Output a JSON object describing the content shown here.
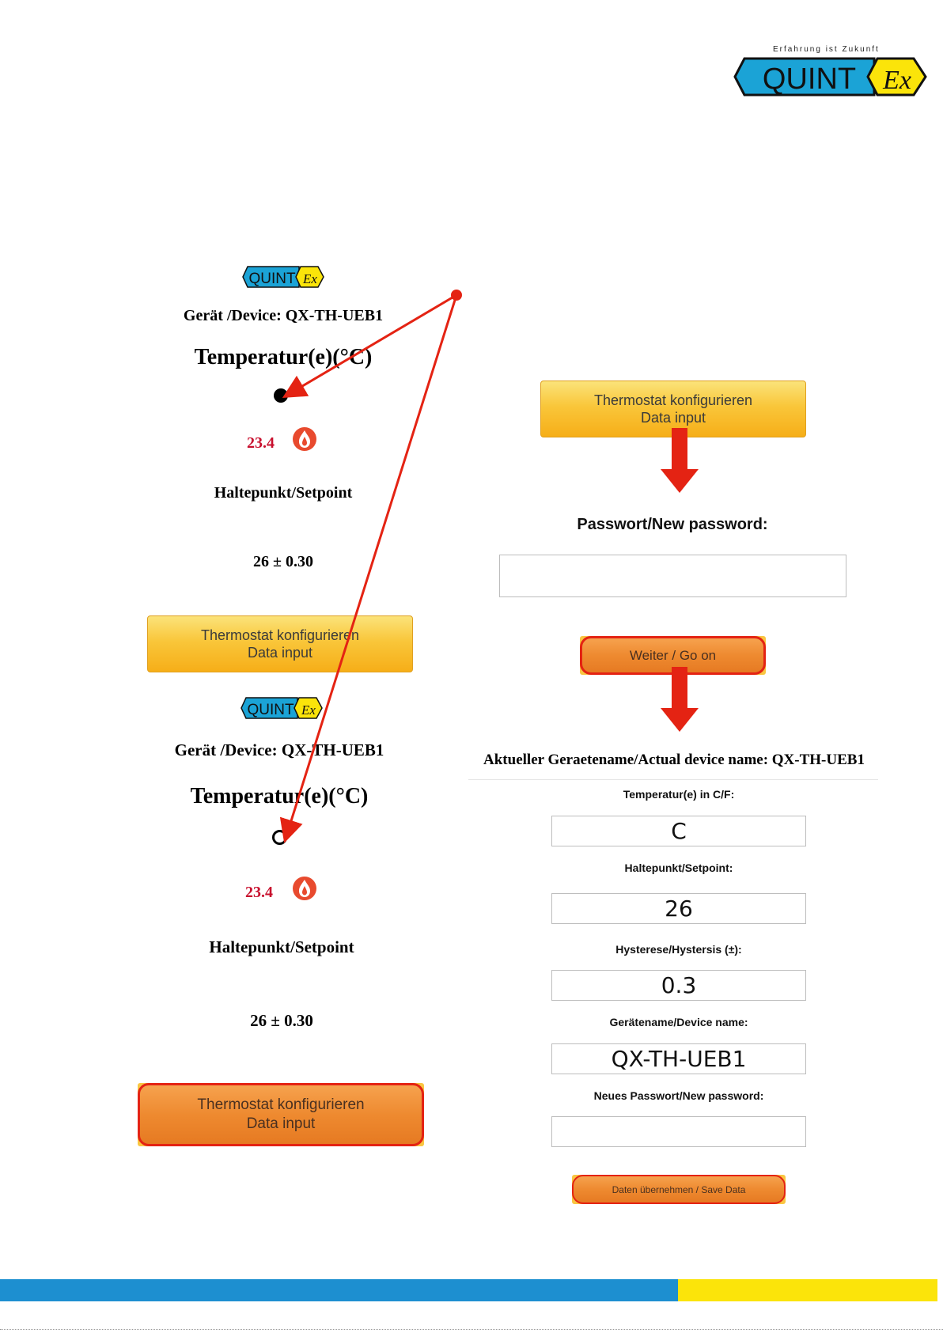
{
  "header": {
    "logo_tagline": "Erfahrung ist Zukunft",
    "logo_text": "QUINT",
    "logo_mark": "Ex"
  },
  "screen1": {
    "logo_text": "QUINT",
    "logo_mark": "Ex",
    "device_line": "Gerät /Device: QX-TH-UEB1",
    "temp_heading": "Temperatur(e)(°C)",
    "status_dot": "filled",
    "temperature_value": "23.4",
    "setpoint_heading": "Haltepunkt/Setpoint",
    "setpoint_value": "26 ± 0.30",
    "button_line1": "Thermostat konfigurieren",
    "button_line2": "Data input"
  },
  "screen2": {
    "logo_text": "QUINT",
    "logo_mark": "Ex",
    "device_line": "Gerät /Device: QX-TH-UEB1",
    "temp_heading": "Temperatur(e)(°C)",
    "status_dot": "hollow",
    "temperature_value": "23.4",
    "setpoint_heading": "Haltepunkt/Setpoint",
    "setpoint_value": "26 ± 0.30",
    "button_line1": "Thermostat konfigurieren",
    "button_line2": "Data input"
  },
  "login": {
    "button_line1": "Thermostat konfigurieren",
    "button_line2": "Data input",
    "password_label": "Passwort/New password:",
    "password_value": "",
    "go_on_button": "Weiter / Go on"
  },
  "config": {
    "title": "Aktueller Geraetename/Actual device name: QX-TH-UEB1",
    "fields": [
      {
        "label": "Temperatur(e) in C/F:",
        "value": "C"
      },
      {
        "label": "Haltepunkt/Setpoint:",
        "value": "26"
      },
      {
        "label": "Hysterese/Hystersis (±):",
        "value": "0.3"
      },
      {
        "label": "Gerätename/Device name:",
        "value": "QX-TH-UEB1"
      },
      {
        "label": "Neues Passwort/New password:",
        "value": ""
      }
    ],
    "save_button": "Daten übernehmen / Save Data"
  },
  "icons": {
    "flame": "flame-icon",
    "arrow_down": "arrow-down-icon",
    "annotation_arrow": "annotation-arrow"
  },
  "colors": {
    "brand_blue": "#1d8fd0",
    "brand_yellow": "#fbe40a",
    "highlight_red": "#e42313",
    "value_red": "#c8102e",
    "logo_cyan": "#1ba3d6"
  }
}
